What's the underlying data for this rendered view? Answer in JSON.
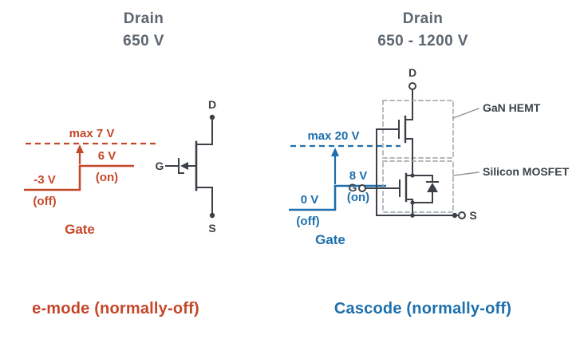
{
  "left": {
    "title_line1": "Drain",
    "title_line2": "650 V",
    "waveform": {
      "max_label": "max 7 V",
      "on_voltage": "6 V",
      "on_label": "(on)",
      "off_voltage": "-3 V",
      "off_label": "(off)",
      "gate_label": "Gate"
    },
    "transistor": {
      "drain": "D",
      "source": "S",
      "gate": "G"
    },
    "caption": "e-mode (normally-off)"
  },
  "right": {
    "title_line1": "Drain",
    "title_line2": "650 - 1200 V",
    "waveform": {
      "max_label": "max 20 V",
      "on_voltage": "8 V",
      "on_label": "(on)",
      "off_voltage": "0 V",
      "off_label": "(off)",
      "gate_label": "Gate"
    },
    "circuit": {
      "drain": "D",
      "source": "S",
      "gate": "G",
      "gan_label": "GaN HEMT",
      "mosfet_label": "Silicon MOSFET"
    },
    "caption": "Cascode (normally-off)"
  },
  "colors": {
    "red": "#c5472a",
    "blue": "#1d6fad",
    "title_gray": "#5d6670",
    "circuit_dark": "#3b4147"
  }
}
